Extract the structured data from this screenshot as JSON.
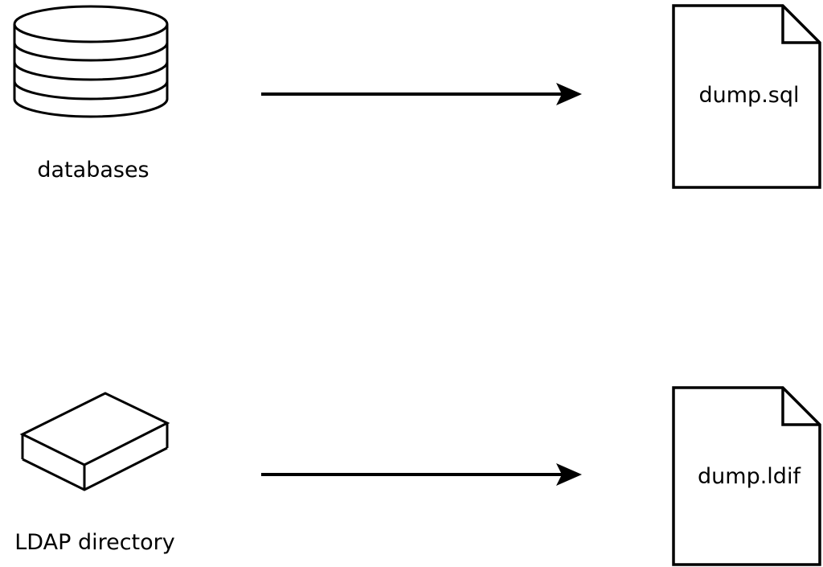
{
  "diagram": {
    "type": "flow-diagram",
    "background": "#ffffff",
    "stroke_color": "#000000",
    "rows": [
      {
        "source_label": "databases",
        "source_icon": "database-cylinder",
        "connector": "arrow-right",
        "target_label": "dump.sql",
        "target_icon": "document-file"
      },
      {
        "source_label": "LDAP directory",
        "source_icon": "3d-box",
        "connector": "arrow-right",
        "target_label": "dump.ldif",
        "target_icon": "document-file"
      }
    ]
  }
}
